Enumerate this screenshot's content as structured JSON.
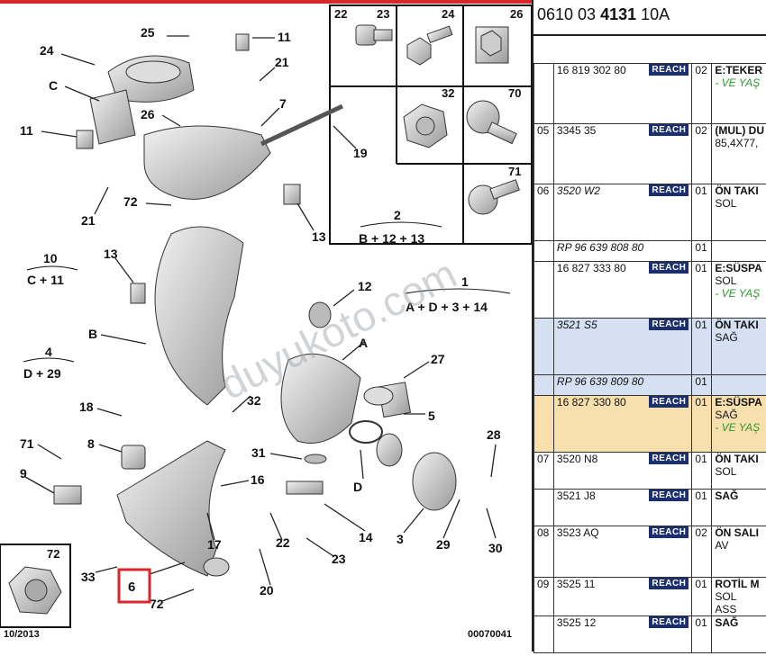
{
  "header": {
    "reference_prefix": "0610 03",
    "reference_bold": "4131",
    "reference_suffix": "10A"
  },
  "diagram": {
    "date": "10/2013",
    "doc_number": "00070041",
    "watermark": "duyukoto.com",
    "callouts": [
      "24",
      "25",
      "11",
      "21",
      "C",
      "7",
      "26",
      "11",
      "19",
      "21",
      "72",
      "13",
      "2",
      "B + 12 + 13",
      "10",
      "C + 11",
      "13",
      "12",
      "1",
      "A + D + 3 + 14",
      "B",
      "A",
      "4",
      "D + 29",
      "32",
      "27",
      "18",
      "5",
      "8",
      "71",
      "28",
      "31",
      "9",
      "16",
      "D",
      "14",
      "22",
      "23",
      "17",
      "3",
      "29",
      "30",
      "33",
      "6",
      "72",
      "20",
      "72"
    ],
    "label_2": "2",
    "label_2_formula": "B + 12 + 13",
    "label_10": "10",
    "label_10_formula": "C + 11",
    "label_4": "4",
    "label_4_formula": "D + 29",
    "label_1": "1",
    "label_1_formula": "A + D + 3 + 14",
    "hardware_labels": [
      "22",
      "23",
      "24",
      "26",
      "32",
      "70",
      "71"
    ],
    "inset_label": "72"
  },
  "table": {
    "reach_label": "REACH",
    "rows": [
      {
        "group": "",
        "part": "16 819 302 80",
        "qty": "02",
        "desc": "E:TEKER",
        "note": "- VE YAŞ"
      },
      {
        "group": "05",
        "part": "3345 35",
        "qty": "02",
        "desc": "(MUL) DU",
        "note": "85,4X77,"
      },
      {
        "group": "06",
        "part": "3520 W2",
        "qty": "01",
        "desc": "ÖN TAKI",
        "note": "SOL"
      },
      {
        "group": "",
        "part": "RP 96 639 808 80",
        "qty": "01",
        "desc": "",
        "note": ""
      },
      {
        "group": "",
        "part": "16 827 333 80",
        "qty": "01",
        "desc": "E:SÜSPA",
        "note": "SOL",
        "note2": "- VE YAŞ"
      },
      {
        "group": "",
        "part": "3521 S5",
        "qty": "01",
        "desc": "ÖN TAKI",
        "note": "SAĞ"
      },
      {
        "group": "",
        "part": "RP 96 639 809 80",
        "qty": "01",
        "desc": "",
        "note": ""
      },
      {
        "group": "",
        "part": "16 827 330 80",
        "qty": "01",
        "desc": "E:SÜSPA",
        "note": "SAĞ",
        "note2": "- VE YAŞ"
      },
      {
        "group": "07",
        "part": "3520 N8",
        "qty": "01",
        "desc": "ÖN TAKI",
        "note": "SOL"
      },
      {
        "group": "",
        "part": "3521 J8",
        "qty": "01",
        "desc": "SAĞ",
        "note": ""
      },
      {
        "group": "08",
        "part": "3523 AQ",
        "qty": "02",
        "desc": "ÖN SALI",
        "note": "AV"
      },
      {
        "group": "09",
        "part": "3525 11",
        "qty": "01",
        "desc": "ROTİL M",
        "note": "SOL",
        "note2": "ASS"
      },
      {
        "group": "",
        "part": "3525 12",
        "qty": "01",
        "desc": "SAĞ",
        "note": ""
      }
    ]
  }
}
